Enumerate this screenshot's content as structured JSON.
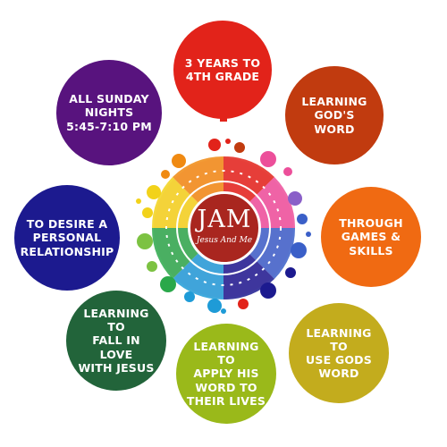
{
  "colors": {
    "red": "#e2231a",
    "rust": "#c13b0f",
    "orange": "#f06a12",
    "gold": "#c3ac1d",
    "lime": "#9ab91a",
    "green": "#22643a",
    "navy": "#1c1a8f",
    "purple": "#58137e",
    "logo": "#a9261f"
  },
  "logo": {
    "main": "JAM",
    "sub": "Jesus And Me"
  },
  "circles": {
    "age": "3 YEARS TO\n4TH GRADE",
    "gods_word": "LEARNING\nGOD'S WORD",
    "games": "THROUGH\nGAMES &\nSKILLS",
    "use_word": "LEARNING TO\nUSE GODS\nWORD",
    "apply": "LEARNING TO\nAPPLY HIS\nWORD TO\nTHEIR LIVES",
    "love": "LEARNING TO\nFALL IN LOVE\nWITH JESUS",
    "relationship": "TO DESIRE A\nPERSONAL\nRELATIONSHIP",
    "schedule": "ALL SUNDAY\nNIGHTS\n5:45-7:10 PM"
  }
}
